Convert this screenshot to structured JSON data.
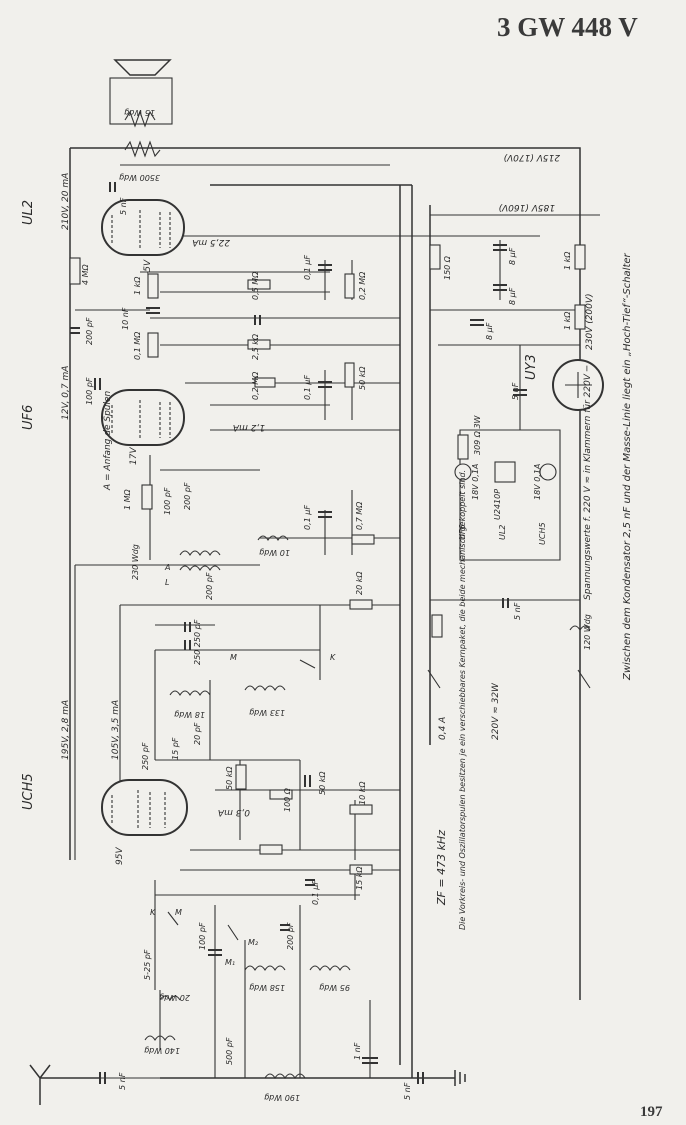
{
  "page": {
    "title": "3 GW 448 V",
    "page_number": "197"
  },
  "tubes": [
    "UL2",
    "UF6",
    "UCH5",
    "UY3"
  ],
  "labels": {
    "ul2_supply": "210V, 20 mA",
    "ul2_anode_current": "22,5 mA",
    "ul2_grid": "-5V",
    "uf6_supply": "12V, 0,7 mA",
    "uf6_anode_current": "1,2 mA",
    "uf6_screen": "17V",
    "uch5_supply": "195V, 2,8 mA",
    "uch5_anode": "105V, 3,5 mA",
    "uch5_osc_current": "0,3 mA",
    "uch5_cathode": "95V",
    "v215": "215V (170V)",
    "v185": "185V (160V)",
    "v230": "230V (200V)",
    "if_freq": "ZF = 473 kHz",
    "coil_note": "Die Vorkreis- und Oszillatorspulen besitzen je ein verschiebbares Kernpaket, die beide mechanisch gekoppelt sind.",
    "a_note": "A = Anfang de Spulen",
    "mains": "220V ≂ 32W",
    "voltages_note": "Spannungswerte f. 220 V ≂ in Klammern für 220V ─",
    "bottom_note": "Zwischen dem Kondensator 2,5 nF und der Masse-Linie liegt ein „Hoch-Tief“-Schalter",
    "fuse": "0,4 A",
    "choke_20": "20 Wdg",
    "choke_140": "140 Wdg",
    "choke_190": "190 Wdg",
    "choke_120": "120 Wdg",
    "choke_230": "230 Wdg",
    "choke_10": "10 Wdg",
    "coil_158": "158 Wdg",
    "coil_95": "95 Wdg",
    "coil_18": "18 Wdg",
    "coil_133": "133 Wdg",
    "spk_15": "15 Wdg",
    "spk_3500": "3500 Wdg"
  },
  "components": {
    "r_4m": "4 MΩ",
    "r_1k": "1 kΩ",
    "r_05m": "0,5 MΩ",
    "r_02m_a": "0,2 MΩ",
    "r_01m": "0,1 MΩ",
    "r_25k": "2,5 kΩ",
    "r_02m_b": "0,2 MΩ",
    "r_50k_a": "50 kΩ",
    "r_1m": "1 MΩ",
    "r_07m": "0,7 MΩ",
    "r_20k": "20 kΩ",
    "r_50k_b": "50 kΩ",
    "r_100": "100 Ω",
    "r_50k_c": "50 kΩ",
    "r_10k_pot": "10 kΩ",
    "r_15k": "15 kΩ",
    "r_150": "150 Ω",
    "r_1k_a": "1 kΩ",
    "r_1k_b": "1 kΩ",
    "r_309": "309 Ω 3W",
    "c_5nf_a": "5 nF",
    "c_200pf": "200 pF",
    "c_10nf": "10 nF",
    "c_01uf_a": "0,1 µF",
    "c_01uf_b": "0,1 µF",
    "c_01uf_c": "0,1 µF",
    "c_100pf_a": "100 pF",
    "c_100pf_b": "100 pF",
    "c_200pf_b": "200 pF",
    "c_200pf_c": "200 pF",
    "c_250pf": "250 pF",
    "c_250_250": "250 250 pF",
    "c_20pf": "20 pF",
    "c_15pf": "15 pF",
    "c_01uf_d": "0,1 µF",
    "c_200pf_d": "200 pF",
    "c_100pf_c": "100 pF",
    "c_525": "5-25 pF",
    "c_500pf": "500 pF",
    "c_1nf": "1 nF",
    "c_5nf_b": "5 nF",
    "c_5nf_c": "5 nF",
    "c_5nf_d": "5 nF",
    "c_5nf_e": "5 nF",
    "c_8uf_a": "8 µF",
    "c_8uf_b": "8 µF",
    "c_8uf_c": "8 µF",
    "lamp_uf6": "UF6",
    "lamp_ul2": "UL2",
    "lamp_uch5": "UCH5",
    "u2410p": "U2410P",
    "lamp1": "18V 0,1A",
    "lamp2": "18V 0,1A",
    "sw_k1": "K",
    "sw_m1": "M",
    "sw_m2": "M₂",
    "sw_m3": "M₁",
    "sw_k2": "K",
    "sw_m4": "M",
    "a_mark": "A",
    "l_mark": "L"
  }
}
